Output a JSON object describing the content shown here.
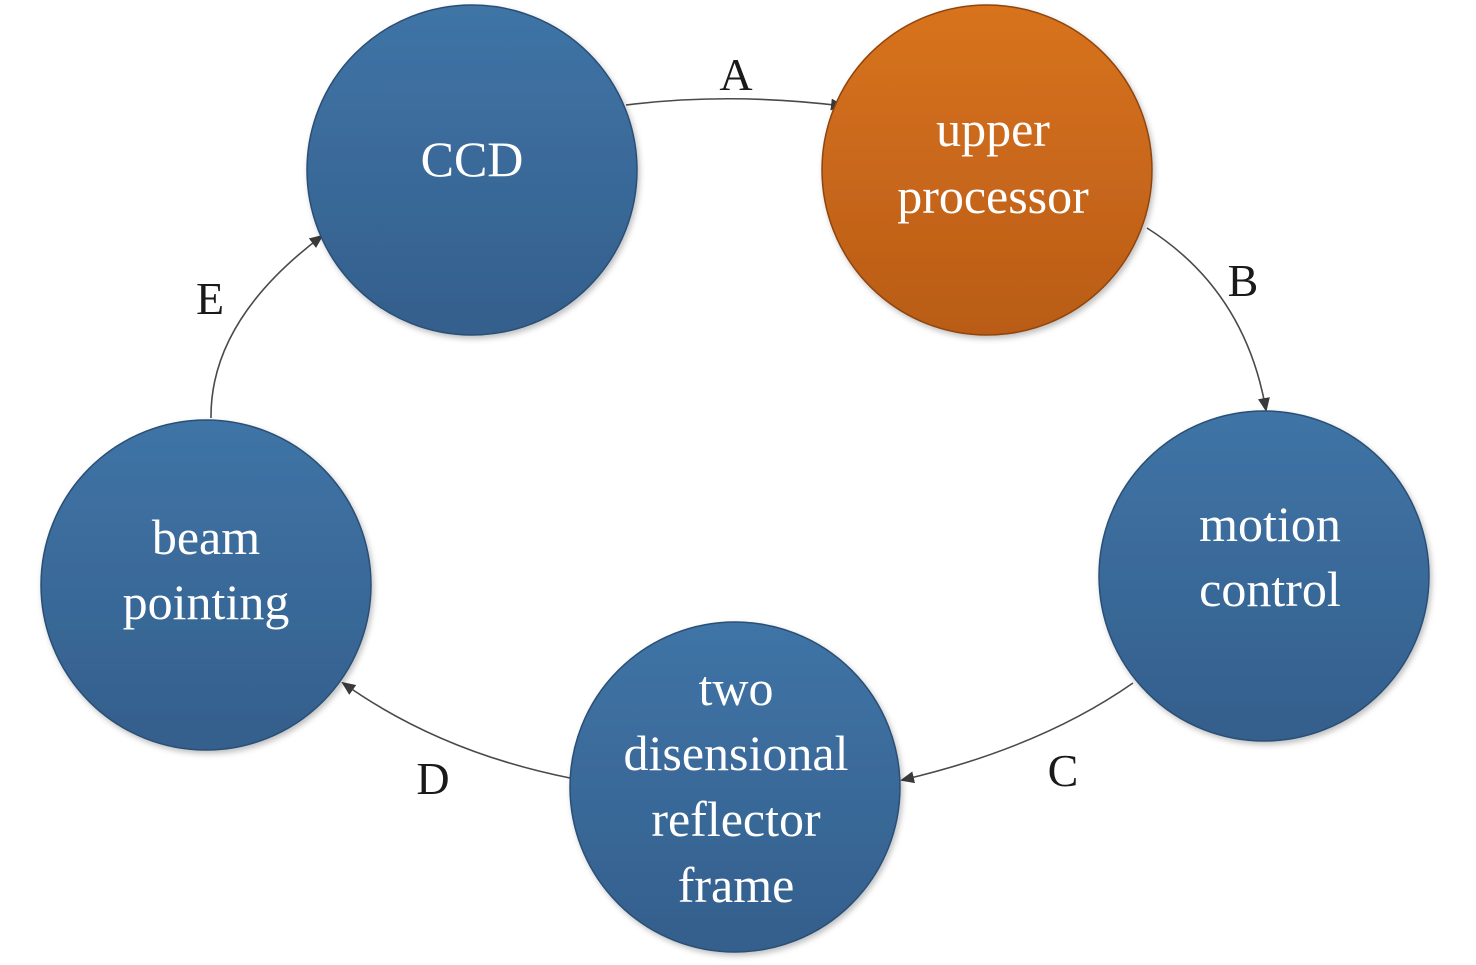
{
  "colors": {
    "node_blue_top": "#3f74a6",
    "node_blue_bottom": "#345f8c",
    "node_blue_stroke": "#2b4f74",
    "node_orange_top": "#d8731e",
    "node_orange_bottom": "#b95c17",
    "node_orange_stroke": "#8f4510",
    "edge_stroke": "#4a4a4a"
  },
  "nodes": [
    {
      "id": "ccd",
      "lines": [
        "CCD"
      ],
      "color": "blue"
    },
    {
      "id": "upper-processor",
      "lines": [
        "upper",
        "processor"
      ],
      "color": "orange"
    },
    {
      "id": "motion-control",
      "lines": [
        "motion",
        "control"
      ],
      "color": "blue"
    },
    {
      "id": "two-dimensional-reflector-frame",
      "lines": [
        "two",
        "disensional",
        "reflector",
        "frame"
      ],
      "color": "blue"
    },
    {
      "id": "beam-pointing",
      "lines": [
        "beam",
        "pointing"
      ],
      "color": "blue"
    }
  ],
  "edges": [
    {
      "from": "ccd",
      "to": "upper-processor",
      "label": "A"
    },
    {
      "from": "upper-processor",
      "to": "motion-control",
      "label": "B"
    },
    {
      "from": "motion-control",
      "to": "two-dimensional-reflector-frame",
      "label": "C"
    },
    {
      "from": "two-dimensional-reflector-frame",
      "to": "beam-pointing",
      "label": "D"
    },
    {
      "from": "beam-pointing",
      "to": "ccd",
      "label": "E"
    }
  ]
}
